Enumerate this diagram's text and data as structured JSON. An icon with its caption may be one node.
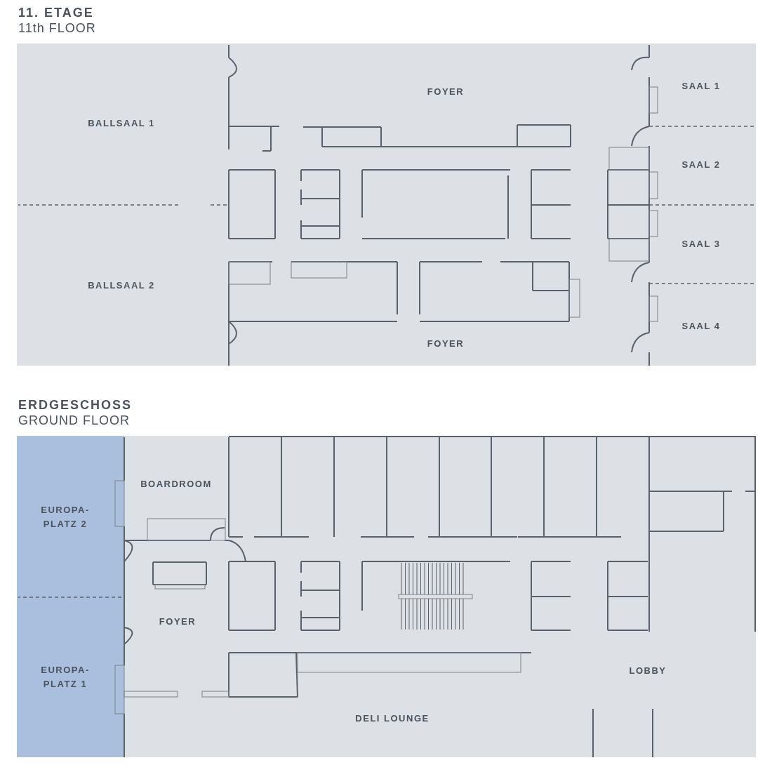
{
  "diagram": {
    "nodes": [
      {
        "text": [
          "11. ETAGE",
          "11th FLOOR"
        ]
      },
      {
        "text": [
          "BALLSAAL 1"
        ],
        "in": 0
      },
      {
        "text": [
          "FOYER"
        ],
        "in": 0
      },
      {
        "text": [
          "SAAL 1"
        ],
        "in": 0
      },
      {
        "text": [
          "SAAL 2"
        ],
        "in": 0
      },
      {
        "text": [
          "SAAL 3"
        ],
        "in": 0
      },
      {
        "text": [
          "BALLSAAL 2"
        ],
        "in": 0
      },
      {
        "text": [
          "FOYER"
        ],
        "in": 0
      },
      {
        "text": [
          "SAAL 4"
        ],
        "in": 0
      },
      {
        "text": [
          "ERDGESCHOSS",
          "GROUND FLOOR"
        ]
      },
      {
        "text": [
          "EUROPA-PLATZ 2"
        ],
        "in": 9
      },
      {
        "text": [
          "BOARDROOM"
        ],
        "in": 9
      },
      {
        "text": [
          "FOYER"
        ],
        "in": 9
      },
      {
        "text": [
          "EUROPA-PLATZ 1"
        ],
        "in": 9
      },
      {
        "text": [
          "LOBBY"
        ],
        "in": 9
      },
      {
        "text": [
          "DELI LOUNGE"
        ],
        "in": 9
      }
    ]
  }
}
